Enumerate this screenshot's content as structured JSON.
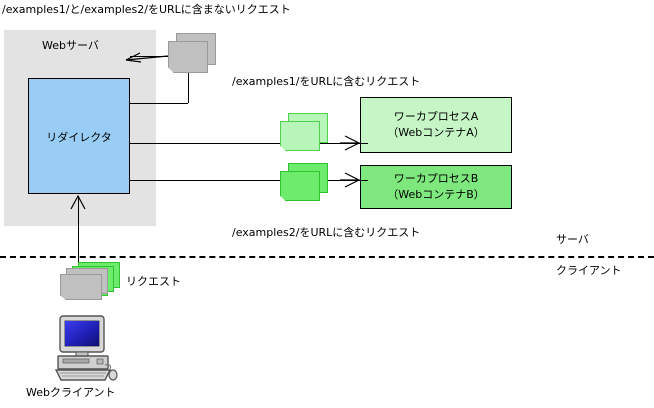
{
  "diagram": {
    "title_note": "Tomcat request routing diagram",
    "labels": {
      "top_request": "/examples1/と/examples2/をURLに含まないリクエスト",
      "request_examples1": "/examples1/をURLに含むリクエスト",
      "request_examples2": "/examples2/をURLに含むリクエスト",
      "web_server": "Webサーバ",
      "redirector": "リダイレクタ",
      "request": "リクエスト",
      "web_client": "Webクライアント",
      "server_zone": "サーバ",
      "client_zone": "クライアント"
    },
    "workers": [
      {
        "name": "ワーカプロセスA",
        "container": "（WebコンテナA）",
        "color": "#c6f5c6"
      },
      {
        "name": "ワーカプロセスB",
        "container": "（WebコンテナB）",
        "color": "#7ee87e"
      }
    ],
    "colors": {
      "server_panel": "#e3e3e3",
      "redirector": "#9acdf5",
      "worker_a": "#c6f5c6",
      "worker_b": "#7ee87e",
      "doc_grey": "#c0c0c0",
      "doc_green_light": "#b8f5b8",
      "doc_green_dark": "#6ceb6c",
      "line": "#000000"
    }
  }
}
